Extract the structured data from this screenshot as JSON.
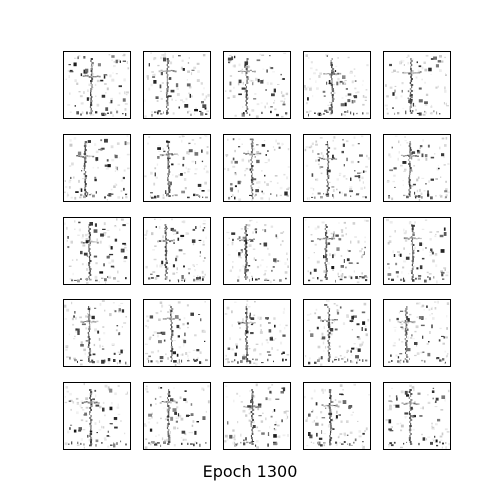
{
  "figure": {
    "caption": "Epoch 1300",
    "rows": 5,
    "cols": 5,
    "colors": {
      "background": "#ffffff",
      "border": "#000000",
      "ink": "#000000"
    }
  }
}
